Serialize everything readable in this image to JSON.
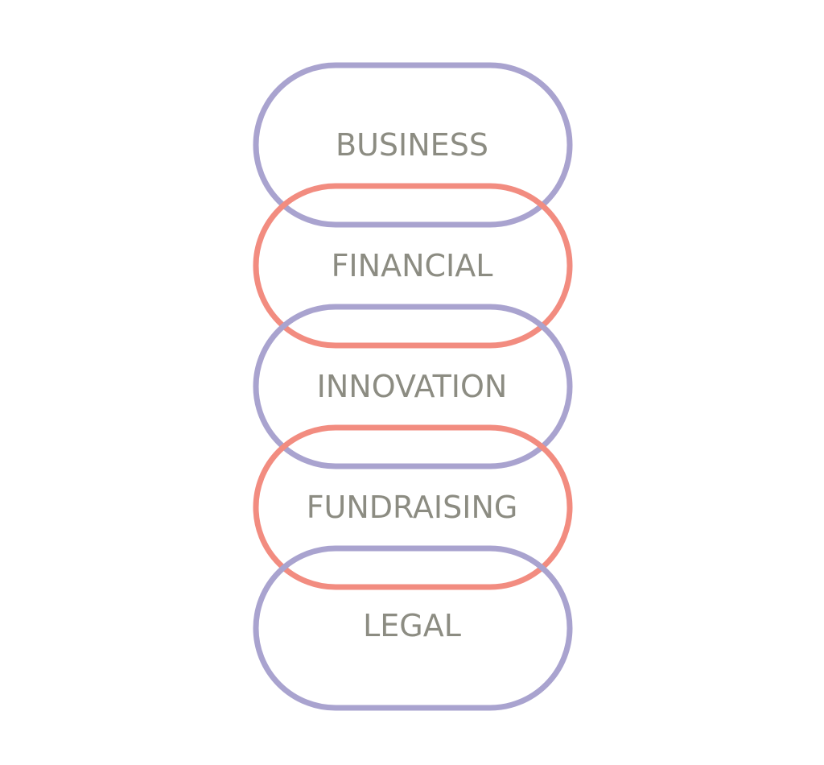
{
  "colors": {
    "purple": "#a9a3cf",
    "salmon": "#f28c80",
    "text": "#8c8c82"
  },
  "items": [
    {
      "label": "BUSINESS",
      "color": "purple"
    },
    {
      "label": "FINANCIAL",
      "color": "salmon"
    },
    {
      "label": "INNOVATION",
      "color": "purple"
    },
    {
      "label": "FUNDRAISING",
      "color": "salmon"
    },
    {
      "label": "LEGAL",
      "color": "purple"
    }
  ]
}
